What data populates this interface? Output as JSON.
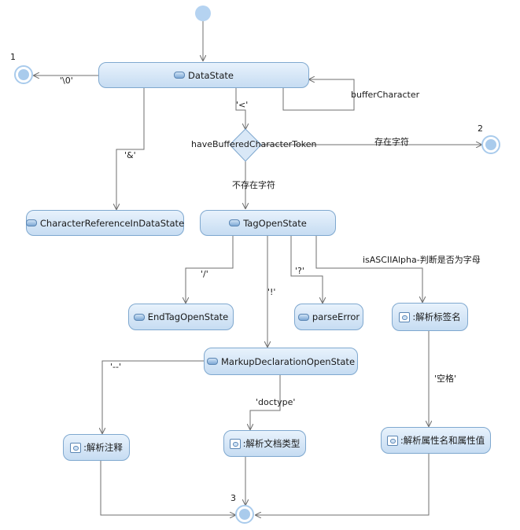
{
  "states": {
    "data_state": "DataState",
    "char_ref": "CharacterReferenceInDataState",
    "tag_open": "TagOpenState",
    "end_tag_open": "EndTagOpenState",
    "parse_error": "parseError",
    "parse_tag_name": ":解析标签名",
    "markup_decl": "MarkupDeclarationOpenState",
    "parse_comment": ":解析注释",
    "parse_doctype": ":解析文档类型",
    "parse_attr": ":解析属性名和属性值"
  },
  "decision": {
    "label": "haveBufferedCharacterToken"
  },
  "final_nodes": {
    "n1": "1",
    "n2": "2",
    "n3": "3"
  },
  "transitions": {
    "null_char": "'\\0'",
    "buffer_character": "bufferCharacter",
    "lt": "'<'",
    "amp": "'&'",
    "has_chars": "存在字符",
    "no_chars": "不存在字符",
    "slash": "'/'",
    "bang": "'!'",
    "question": "'?'",
    "is_ascii_alpha": "isASCIIAlpha-判断是否为字母",
    "dash_dash": "'--'",
    "doctype": "'doctype'",
    "space": "'空格'"
  },
  "colors": {
    "line": "#6f6f6f",
    "state_border": "#7fa8cf",
    "node_fill": "#a9cbec"
  }
}
